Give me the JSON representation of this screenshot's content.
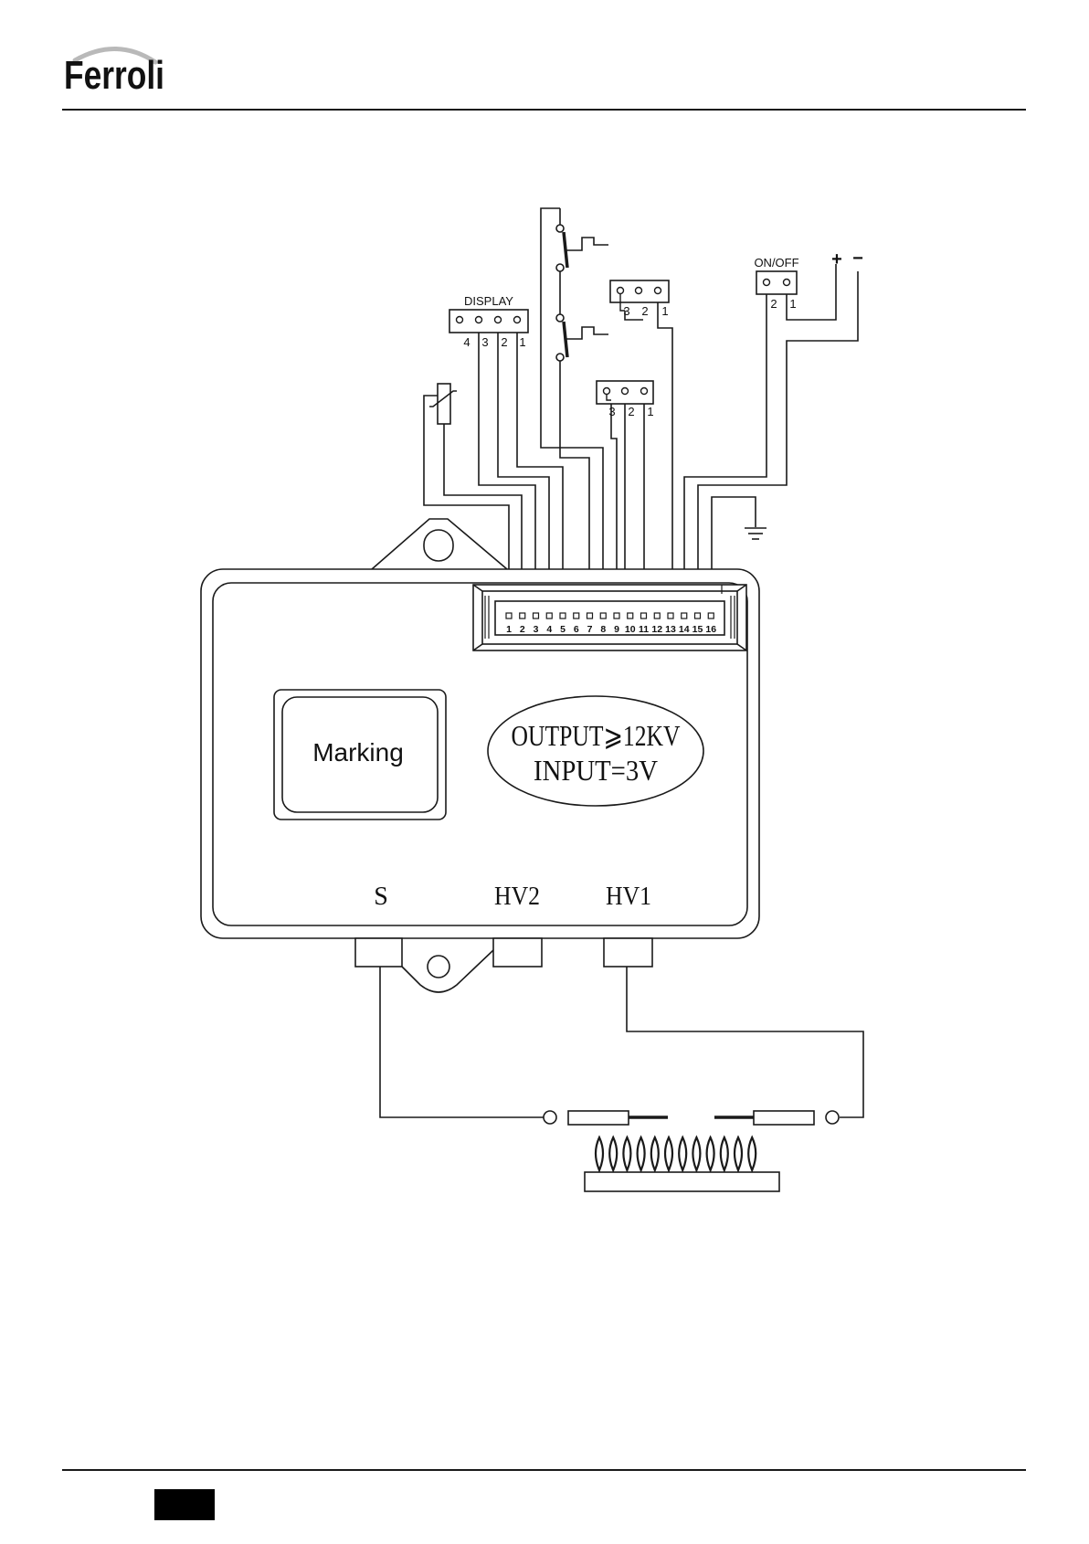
{
  "header": {
    "logo_text": "Ferroli"
  },
  "diagram": {
    "display_connector": {
      "label": "DISPLAY",
      "pins": [
        "4",
        "3",
        "2",
        "1"
      ]
    },
    "connector_a": {
      "pins": [
        "3",
        "2",
        "1"
      ]
    },
    "connector_b": {
      "pins": [
        "3",
        "2",
        "1"
      ]
    },
    "onoff_connector": {
      "label": "ON/OFF",
      "pins": [
        "2",
        "1"
      ]
    },
    "battery": {
      "plus": "+",
      "minus": "−"
    },
    "terminal_pins": [
      "1",
      "2",
      "3",
      "4",
      "5",
      "6",
      "7",
      "8",
      "9",
      "10",
      "11",
      "12",
      "13",
      "14",
      "15",
      "16"
    ],
    "marking_label": "Marking",
    "output_text": "OUTPUT⩾12KV",
    "input_text": "INPUT=3V",
    "outputs": [
      "S",
      "HV2",
      "HV1"
    ]
  },
  "colors": {
    "ink": "#1a1a1a",
    "footer_block": "#000000"
  }
}
